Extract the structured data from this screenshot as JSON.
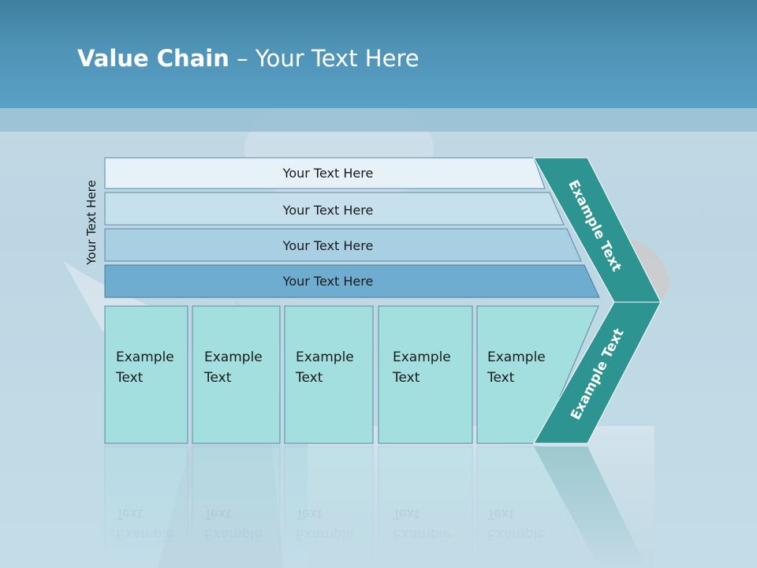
{
  "title": {
    "bold": "Value Chain",
    "rest": " – Your Text Here"
  },
  "side_label": "Your Text Here",
  "support_rows": [
    "Your Text Here",
    "Your Text Here",
    "Your Text Here",
    "Your Text Here"
  ],
  "primary_cells": [
    "Example\nText",
    "Example\nText",
    "Example\nText",
    "Example\nText",
    "Example\nText"
  ],
  "chevron_labels": {
    "upper": "Example Text",
    "lower": "Example Text"
  },
  "colors": {
    "row1": "#e6f1f8",
    "row2": "#c6e0ee",
    "row3": "#a9cfe3",
    "row4": "#6fadd0",
    "cell": "#a3dfdf",
    "chevron": "#2e9492"
  }
}
